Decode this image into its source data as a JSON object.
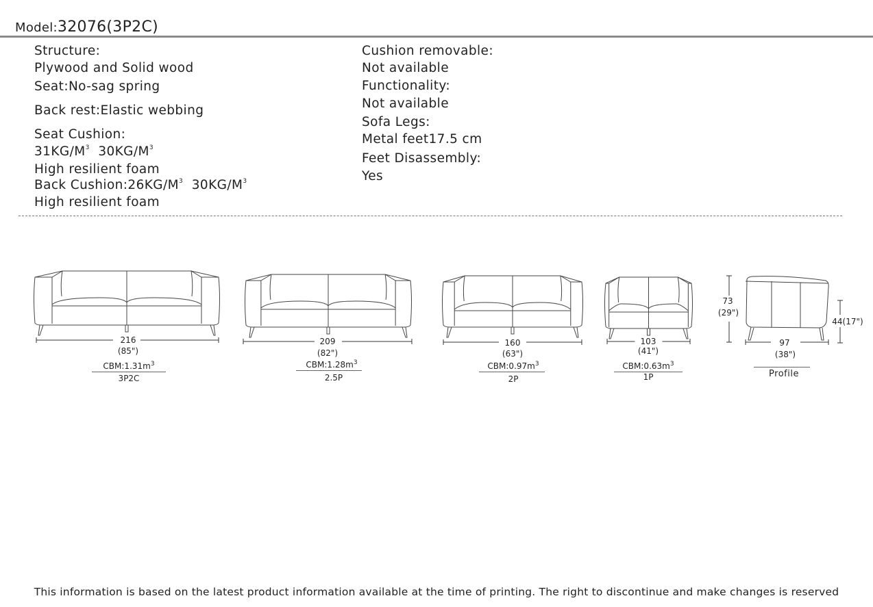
{
  "header": {
    "model_label": "Model:",
    "model_value": "32076(3P2C)"
  },
  "specs_left": [
    "Structure:",
    "Plywood and Solid wood",
    "Seat:No-sag spring",
    "Back rest:Elastic webbing",
    "Seat Cushion:"
  ],
  "seat_density": {
    "a": "31KG/M",
    "b": "30KG/M",
    "exp": "3"
  },
  "seat_foam": "High resilient foam",
  "back_cushion": {
    "label": "Back Cushion:26KG/M",
    "b": "30KG/M",
    "exp": "3"
  },
  "back_foam": "High resilient foam",
  "specs_right": [
    "Cushion removable:",
    "Not available",
    "Functionality:",
    "Not available",
    "Sofa Legs:",
    "Metal feet17.5 cm",
    "Feet Disassembly:",
    "Yes"
  ],
  "views": [
    {
      "name": "3P2C",
      "cm": "216",
      "inch": "(85\")",
      "cbm": "CBM:1.31m",
      "exp": "3"
    },
    {
      "name": "2.5P",
      "cm": "209",
      "inch": "(82\")",
      "cbm": "CBM:1.28m",
      "exp": "3"
    },
    {
      "name": "2P",
      "cm": "160",
      "inch": "(63\")",
      "cbm": "CBM:0.97m",
      "exp": "3"
    },
    {
      "name": "1P",
      "cm": "103",
      "inch": "(41\")",
      "cbm": "CBM:0.63m",
      "exp": "3"
    }
  ],
  "profile": {
    "name": "Profile",
    "depth_cm": "97",
    "depth_in": "(38\")",
    "height_cm": "73",
    "height_in": "(29\")",
    "seat_height": "44(17\")"
  },
  "footer": "This information is based on the latest product information available at the time of printing. The right to discontinue and make changes is reserved"
}
